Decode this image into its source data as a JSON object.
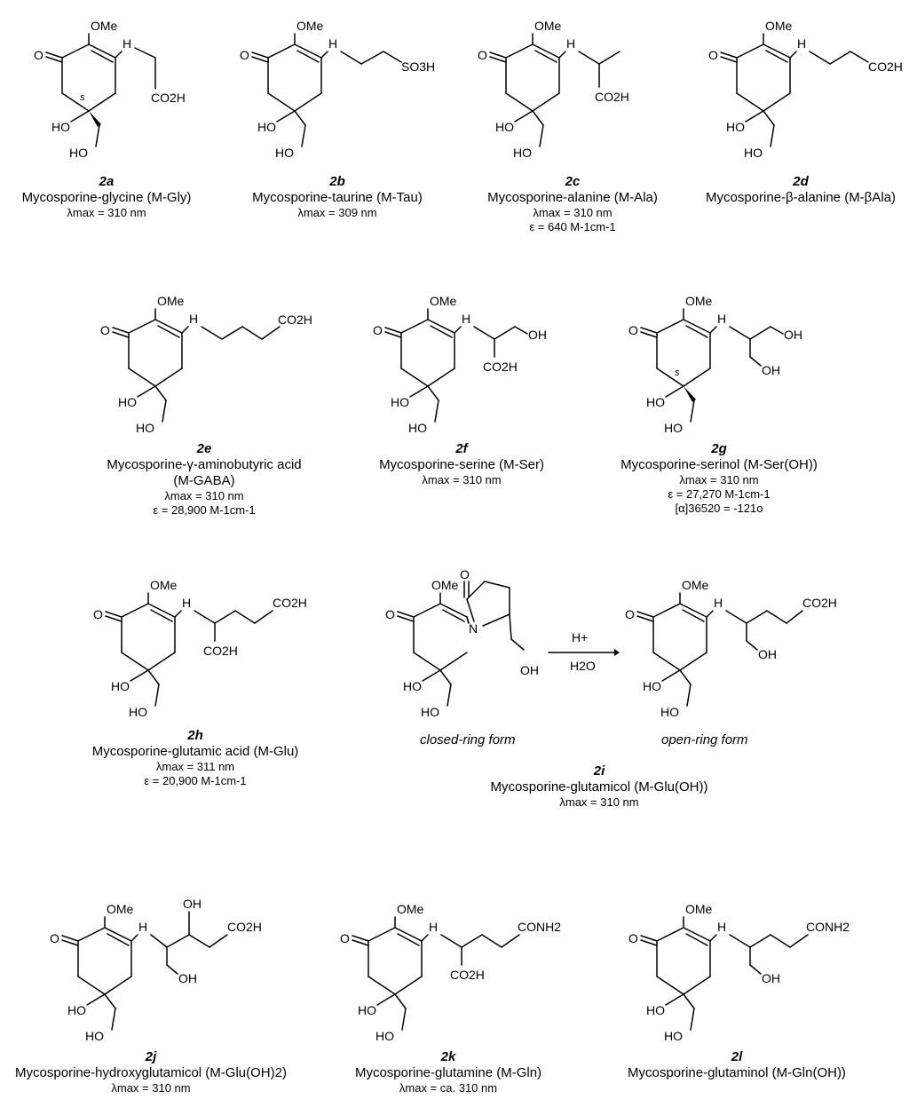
{
  "labels": {
    "ome": "OMe",
    "o": "O",
    "nh": "H",
    "n": "N",
    "ho": "HO",
    "oh": "OH",
    "co2h": "CO2H",
    "so3h": "SO3H",
    "conh2": "CONH2",
    "s": "s"
  },
  "compounds": [
    {
      "id": "2a",
      "name": "Mycosporine-glycine (M-Gly)",
      "props": [
        "λmax = 310 nm"
      ]
    },
    {
      "id": "2b",
      "name": "Mycosporine-taurine (M-Tau)",
      "props": [
        "λmax = 309 nm"
      ]
    },
    {
      "id": "2c",
      "name": "Mycosporine-alanine (M-Ala)",
      "props": [
        "λmax = 310 nm",
        "ε = 640 M-1cm-1"
      ]
    },
    {
      "id": "2d",
      "name": "Mycosporine-β-alanine (M-βAla)",
      "props": []
    },
    {
      "id": "2e",
      "name": "Mycosporine-γ-aminobutyric acid",
      "name2": "(M-GABA)",
      "props": [
        "λmax = 310 nm",
        "ε = 28,900 M-1cm-1"
      ]
    },
    {
      "id": "2f",
      "name": "Mycosporine-serine (M-Ser)",
      "props": [
        "λmax = 310 nm"
      ]
    },
    {
      "id": "2g",
      "name": "Mycosporine-serinol (M-Ser(OH))",
      "props": [
        "λmax = 310 nm",
        "ε = 27,270 M-1cm-1",
        "[α]36520 = -121o"
      ]
    },
    {
      "id": "2h",
      "name": "Mycosporine-glutamic acid (M-Glu)",
      "props": [
        "λmax = 311 nm",
        "ε = 20,900 M-1cm-1"
      ]
    },
    {
      "id": "2i",
      "name": "Mycosporine-glutamicol (M-Glu(OH))",
      "props": [
        "λmax = 310 nm"
      ],
      "closed": "closed-ring form",
      "open": "open-ring form",
      "reagent_top": "H+",
      "reagent_bottom": "H2O"
    },
    {
      "id": "2j",
      "name": "Mycosporine-hydroxyglutamicol (M-Glu(OH)2)",
      "props": [
        "λmax = 310 nm"
      ]
    },
    {
      "id": "2k",
      "name": "Mycosporine-glutamine (M-Gln)",
      "props": [
        "λmax = ca. 310 nm"
      ]
    },
    {
      "id": "2l",
      "name": "Mycosporine-glutaminol (M-Gln(OH))",
      "props": []
    }
  ]
}
